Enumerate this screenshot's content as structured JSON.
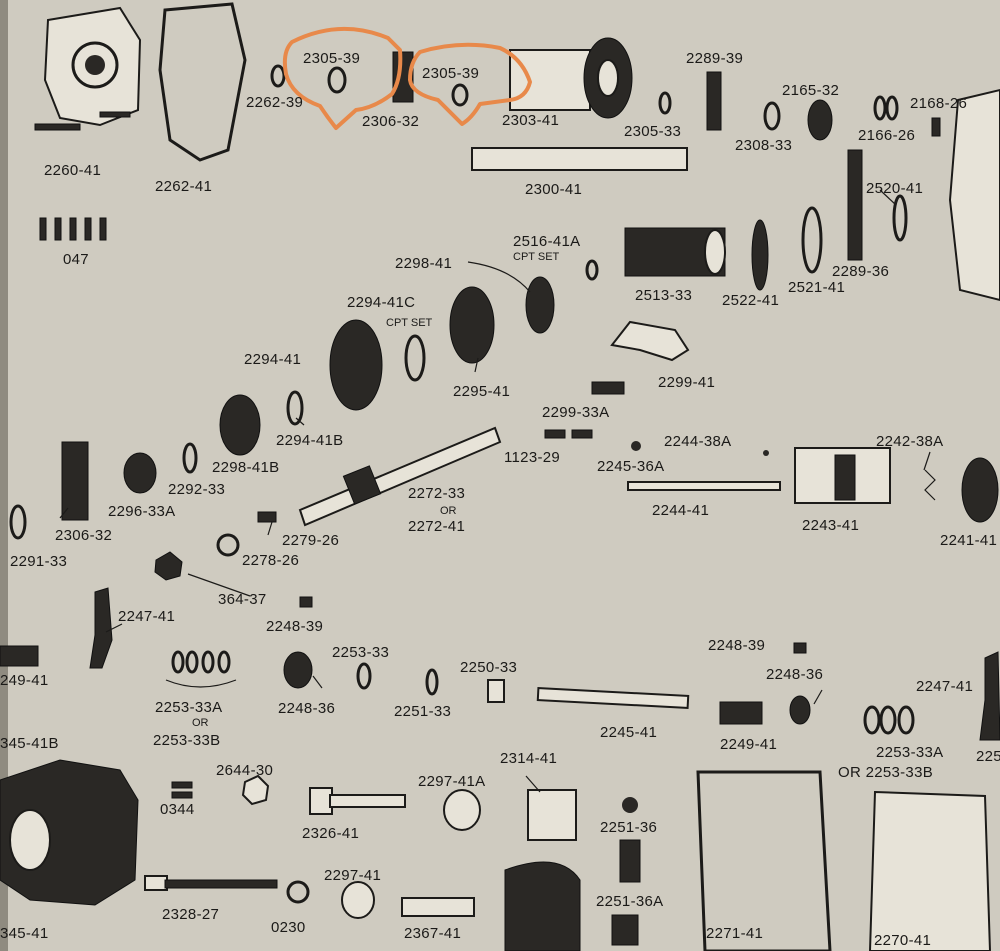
{
  "highlight": {
    "color": "#e8894a"
  },
  "labels": {
    "l2260_41": "2260-41",
    "l2262_41": "2262-41",
    "l2262_39": "2262-39",
    "l2305_39_a": "2305-39",
    "l2305_39_b": "2305-39",
    "l2306_32_top": "2306-32",
    "l2303_41": "2303-41",
    "l2305_33": "2305-33",
    "l2289_39": "2289-39",
    "l2165_32": "2165-32",
    "l2168_26": "2168-26",
    "l2166_26": "2166-26",
    "l2308_33": "2308-33",
    "l2300_41": "2300-41",
    "l2520_41": "2520-41",
    "l047": "047",
    "l2516_41A": "2516-41A",
    "cpt_set_1": "CPT SET",
    "l2298_41": "2298-41",
    "l2513_33": "2513-33",
    "l2522_41": "2522-41",
    "l2521_41": "2521-41",
    "l2289_36": "2289-36",
    "l2294_41C": "2294-41C",
    "cpt_set_2": "CPT SET",
    "l2294_41": "2294-41",
    "l2295_41": "2295-41",
    "l2299_41": "2299-41",
    "l2299_33A": "2299-33A",
    "l2294_41B": "2294-41B",
    "l2298_41B": "2298-41B",
    "l1123_29": "1123-29",
    "l2244_38A": "2244-38A",
    "l2242_38A": "2242-38A",
    "l2245_36A": "2245-36A",
    "l2292_33": "2292-33",
    "l2296_33A": "2296-33A",
    "l2272_33": "2272-33",
    "or_1": "OR",
    "l2272_41": "2272-41",
    "l2244_41": "2244-41",
    "l2243_41": "2243-41",
    "l2241_41": "2241-41",
    "l2306_32_mid": "2306-32",
    "l2279_26": "2279-26",
    "l2291_33": "2291-33",
    "l2278_26": "2278-26",
    "l364_37": "364-37",
    "l2247_41_left": "2247-41",
    "l2248_39_a": "2248-39",
    "l2249_41_left": "249-41",
    "l2253_33": "2253-33",
    "l2250_33": "2250-33",
    "l2248_39_b": "2248-39",
    "l2248_36_b": "2248-36",
    "l2247_41_right": "2247-41",
    "l2253_33A": "2253-33A",
    "or_2": "OR",
    "l2253_33B": "2253-33B",
    "l2248_36_a": "2248-36",
    "l2251_33": "2251-33",
    "l2245_41": "2245-41",
    "l2249_41": "2249-41",
    "l2253_33A_r": "2253-33A",
    "l2253_33B_r": "OR 2253-33B",
    "l2225_cut": "225",
    "l345_41B": "345-41B",
    "l2644_30": "2644-30",
    "l2314_41": "2314-41",
    "l2297_41A": "2297-41A",
    "l0344": "0344",
    "l2326_41": "2326-41",
    "l2251_36": "2251-36",
    "l2297_41": "2297-41",
    "l2251_36A": "2251-36A",
    "l2328_27": "2328-27",
    "l0230": "0230",
    "l2367_41": "2367-41",
    "l2271_41": "2271-41",
    "l2270_41": "2270-41",
    "l345_41": "345-41"
  }
}
